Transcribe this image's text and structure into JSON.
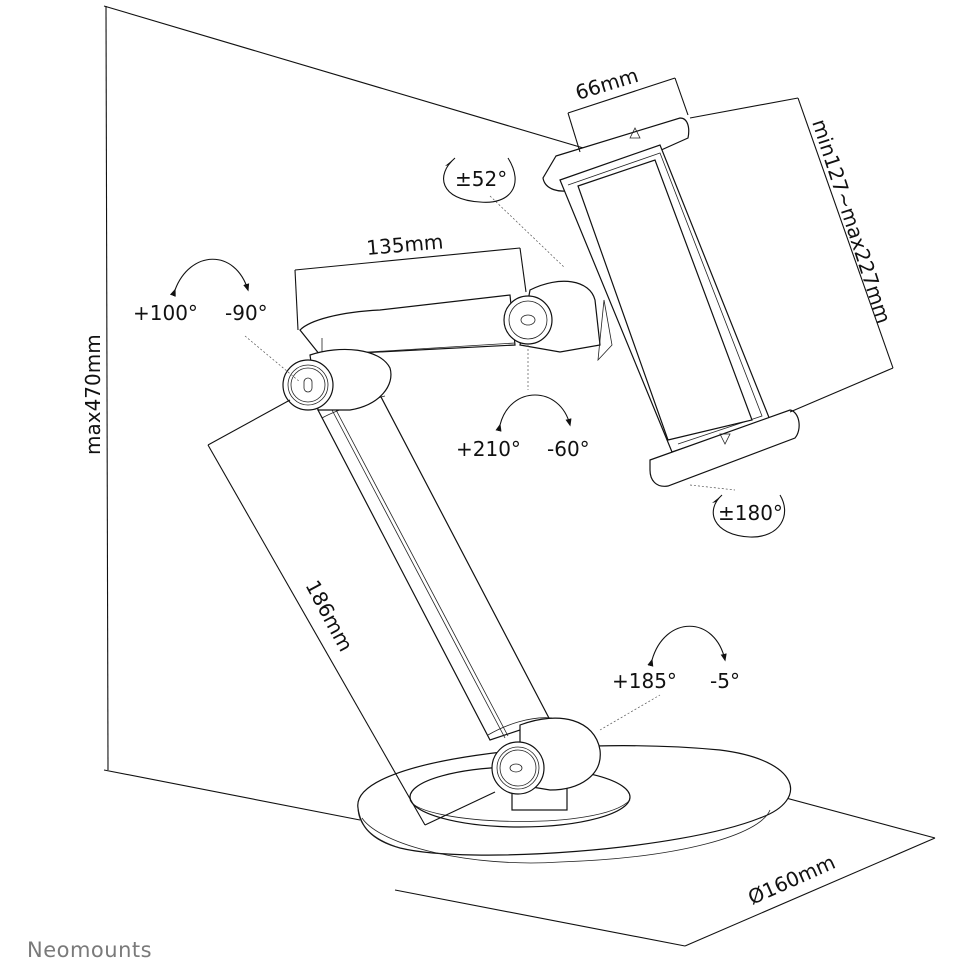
{
  "diagram": {
    "title": "Tablet stand dimensions and rotation ranges",
    "dimensions": {
      "holder_width": "66mm",
      "tablet_range": "min127~max227mm",
      "upper_arm_length": "135mm",
      "lower_arm_length": "186mm",
      "total_height": "max470mm",
      "base_diameter": "Ø160mm"
    },
    "rotations": {
      "holder_tilt": "±52°",
      "holder_spin": "±180°",
      "elbow_joint": {
        "positive": "+100°",
        "negative": "-90°"
      },
      "head_joint": {
        "positive": "+210°",
        "negative": "-60°"
      },
      "base_joint": {
        "positive": "+185°",
        "negative": "-5°"
      }
    },
    "brand": "Neomounts",
    "colors": {
      "line": "#111111",
      "brand": "#7a7a7a",
      "background": "#ffffff"
    }
  }
}
